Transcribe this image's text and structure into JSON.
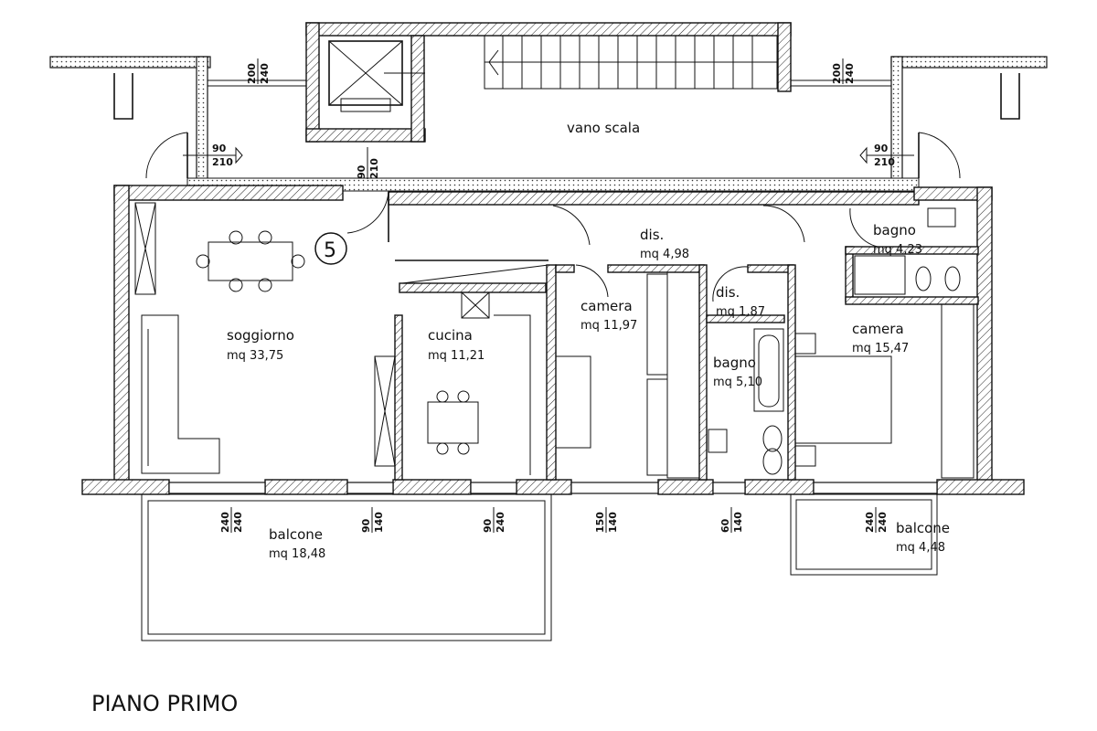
{
  "plan": {
    "title": "PIANO PRIMO",
    "unit_number": "5"
  },
  "rooms": {
    "vano_scala": "vano scala",
    "soggiorno": {
      "name": "soggiorno",
      "area": "mq 33,75"
    },
    "cucina": {
      "name": "cucina",
      "area": "mq 11,21"
    },
    "camera1": {
      "name": "camera",
      "area": "mq 11,97"
    },
    "dis1": {
      "name": "dis.",
      "area": "mq 4,98"
    },
    "dis2": {
      "name": "dis.",
      "area": "mq 1,87"
    },
    "bagno1": {
      "name": "bagno",
      "area": "mq 5,10"
    },
    "bagno2": {
      "name": "bagno",
      "area": "mq 4,23"
    },
    "camera2": {
      "name": "camera",
      "area": "mq 15,47"
    },
    "balcone1": {
      "name": "balcone",
      "area": "mq 18,48"
    },
    "balcone2": {
      "name": "balcone",
      "area": "mq 4,48"
    }
  },
  "dimensions": {
    "win_top_left": {
      "w": "200",
      "h": "240"
    },
    "win_top_right": {
      "w": "200",
      "h": "240"
    },
    "door_left": {
      "w": "90",
      "h": "210"
    },
    "door_right": {
      "w": "90",
      "h": "210"
    },
    "door_entry": {
      "w": "90",
      "h": "210"
    },
    "win_soggiorno": {
      "w": "240",
      "h": "240"
    },
    "win_sogg2": {
      "w": "90",
      "h": "140"
    },
    "win_cucina": {
      "w": "90",
      "h": "240"
    },
    "win_camera1": {
      "w": "150",
      "h": "140"
    },
    "win_bagno": {
      "w": "60",
      "h": "140"
    },
    "win_camera2": {
      "w": "240",
      "h": "240"
    }
  }
}
